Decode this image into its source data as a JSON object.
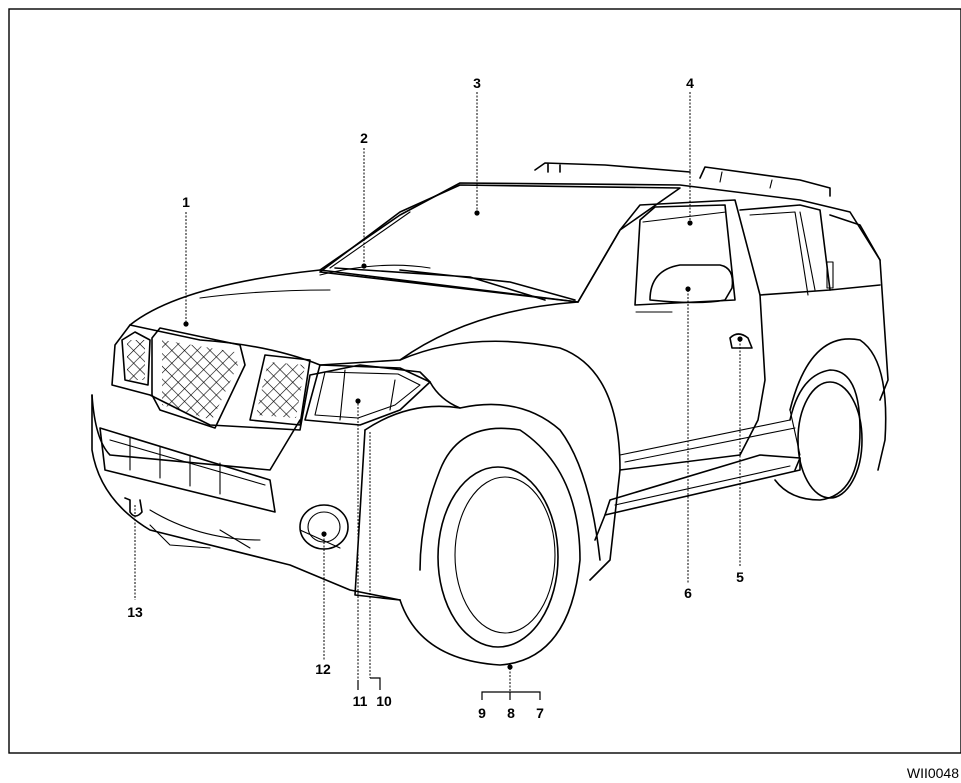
{
  "diagram": {
    "image_code": "WII0048",
    "callouts": [
      "1",
      "2",
      "3",
      "4",
      "5",
      "6",
      "7",
      "8",
      "9",
      "10",
      "11",
      "12",
      "13"
    ]
  }
}
